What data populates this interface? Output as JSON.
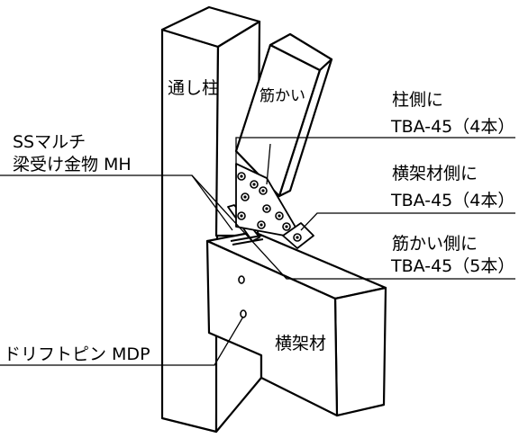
{
  "labels": {
    "post": "通し柱",
    "brace": "筋かい",
    "beam": "横架材",
    "hanger_line1": "SSマルチ",
    "hanger_line2": "梁受け金物 MH",
    "pin": "ドリフトピン MDP",
    "post_side_line1": "柱側に",
    "post_side_line2": "TBA-45（4本）",
    "beam_side_line1": "横架材側に",
    "beam_side_line2": "TBA-45（4本）",
    "brace_side_line1": "筋かい側に",
    "brace_side_line2": "TBA-45（5本）"
  },
  "colors": {
    "line": "#000000",
    "background": "#ffffff"
  }
}
